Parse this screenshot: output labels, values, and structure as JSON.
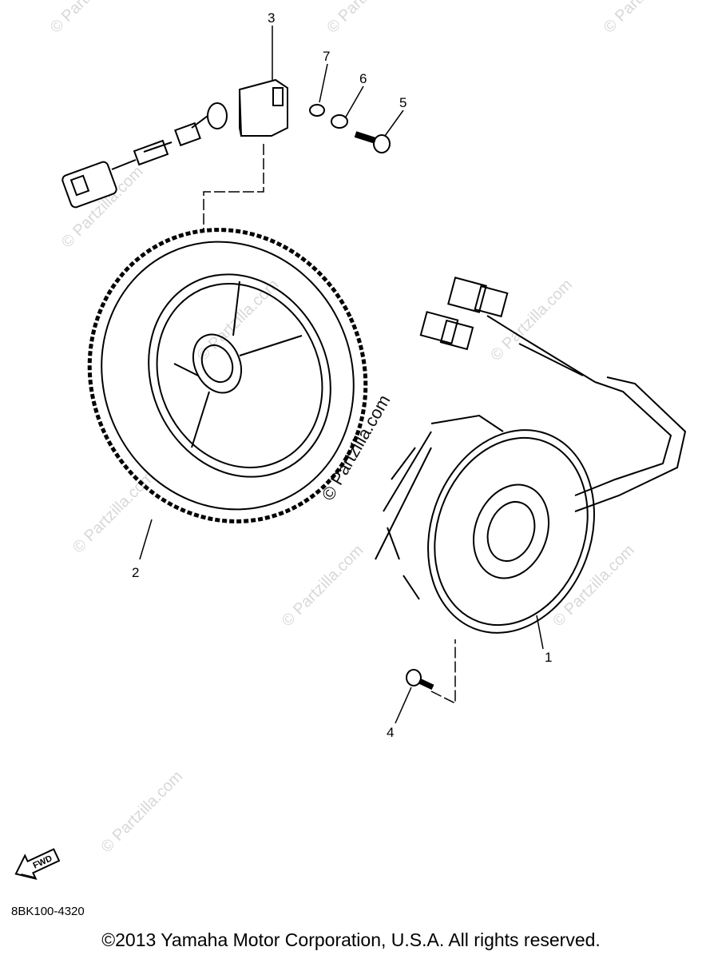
{
  "diagram": {
    "callouts": [
      "1",
      "2",
      "3",
      "4",
      "5",
      "6",
      "7"
    ],
    "fwd_label": "FWD",
    "part_code": "8BK100-4320",
    "copyright": "©2013 Yamaha Motor Corporation, U.S.A. All rights reserved.",
    "watermark": "© Partzilla.com"
  }
}
